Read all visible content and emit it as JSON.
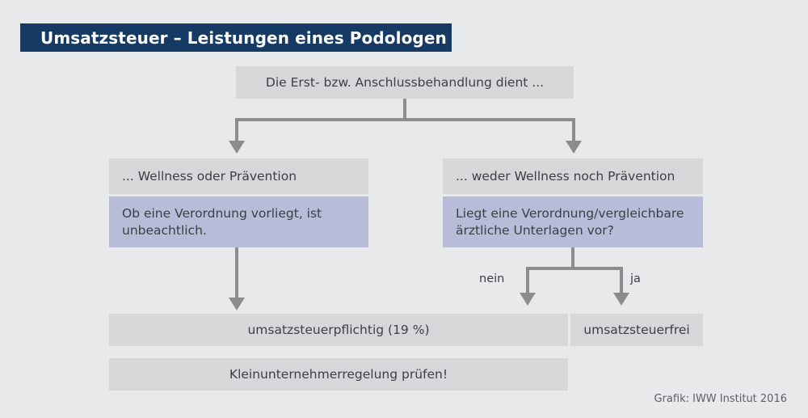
{
  "header": {
    "title": "Umsatzsteuer – Leistungen eines Podologen",
    "background_color": "#153a64",
    "text_color": "#ffffff"
  },
  "canvas": {
    "background_color": "#e8e9ea",
    "node_gray_color": "#d6d7d9",
    "node_purple_color": "#b8bcd8",
    "connector_color": "#8a8c8e",
    "text_color": "#3b3f45"
  },
  "flowchart": {
    "root": {
      "label": "Die Erst- bzw. Anschlussbehandlung dient ...",
      "style": "gray"
    },
    "branches": [
      {
        "id": "left",
        "head": {
          "label": "... Wellness oder Prävention",
          "style": "gray"
        },
        "body": {
          "label": "Ob eine Verordnung vorliegt, ist unbeachtlich.",
          "style": "purple"
        }
      },
      {
        "id": "right",
        "head": {
          "label": "... weder Wellness noch Prävention",
          "style": "gray"
        },
        "body": {
          "label": "Liegt eine Verordnung/vergleichbare ärztliche Unterlagen vor?",
          "style": "purple"
        }
      }
    ],
    "edge_labels": {
      "nein": "nein",
      "ja": "ja"
    },
    "results": {
      "taxable": "umsatzsteuerpflichtig (19 %)",
      "tax_free": "umsatzsteuerfrei",
      "small_business": "Kleinunternehmerregelung prüfen!"
    }
  },
  "footer": {
    "credit": "Grafik: IWW Institut 2016"
  }
}
